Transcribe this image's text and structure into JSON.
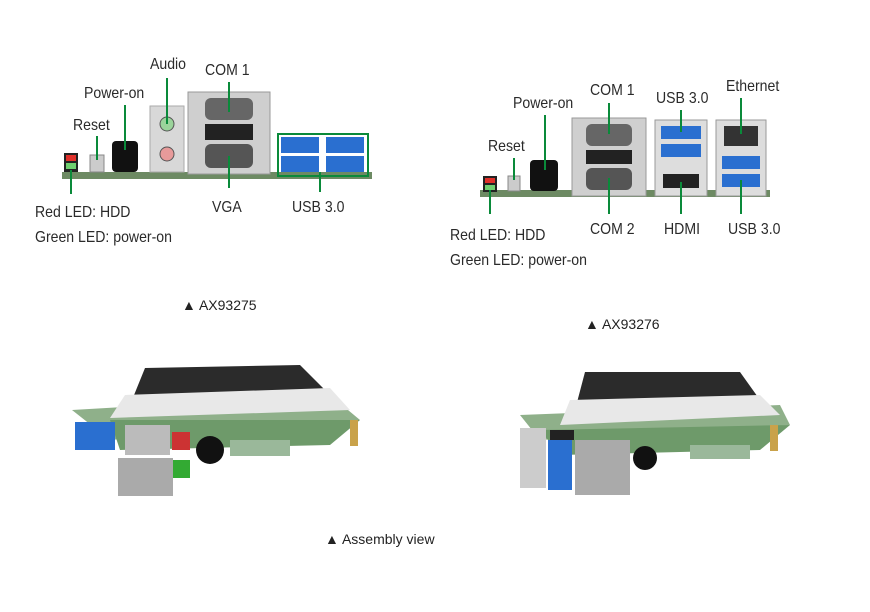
{
  "ax93275": {
    "labels": {
      "audio": "Audio",
      "com1": "COM 1",
      "power_on": "Power-on",
      "reset": "Reset",
      "red_led": "Red LED: HDD",
      "green_led": "Green LED: power-on",
      "vga": "VGA",
      "usb": "USB 3.0"
    },
    "caption": "▲ AX93275"
  },
  "ax93276": {
    "labels": {
      "power_on": "Power-on",
      "com1": "COM 1",
      "usb_top": "USB 3.0",
      "ethernet": "Ethernet",
      "reset": "Reset",
      "red_led": "Red LED: HDD",
      "green_led": "Green LED: power-on",
      "com2": "COM 2",
      "hdmi": "HDMI",
      "usb_bottom": "USB 3.0"
    },
    "caption": "▲ AX93276"
  },
  "assembly": {
    "caption": "▲ Assembly view"
  },
  "colors": {
    "leader": "#0a8a3a",
    "usb_blue": "#2a6fd0",
    "board": "#4c7a4c"
  }
}
